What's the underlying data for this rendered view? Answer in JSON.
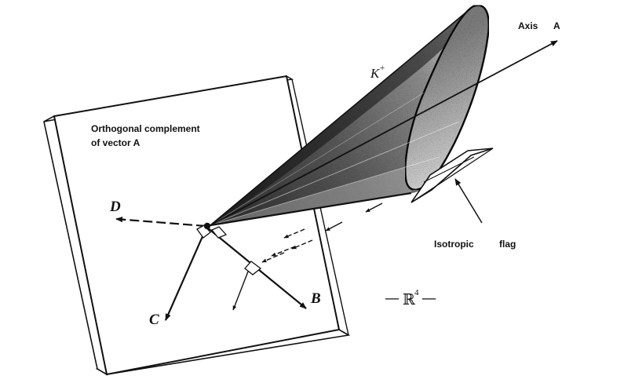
{
  "labels": {
    "plane_line1": "Orthogonal complement",
    "plane_line2": "of vector A",
    "axis": "Axis",
    "axis_name": "A",
    "cone": "K",
    "cone_sup": "+",
    "vec_b": "B",
    "vec_c": "C",
    "vec_d": "D",
    "flag": "Isotropic",
    "flag_word": "flag",
    "space": "ℝ",
    "space_sup": "4",
    "space_dash_left": "—",
    "space_dash_right": "—"
  },
  "colors": {
    "ink": "#111111",
    "cone_dark": "#1e1e1e",
    "cone_light": "#cfcfcf",
    "paper": "#ffffff"
  }
}
